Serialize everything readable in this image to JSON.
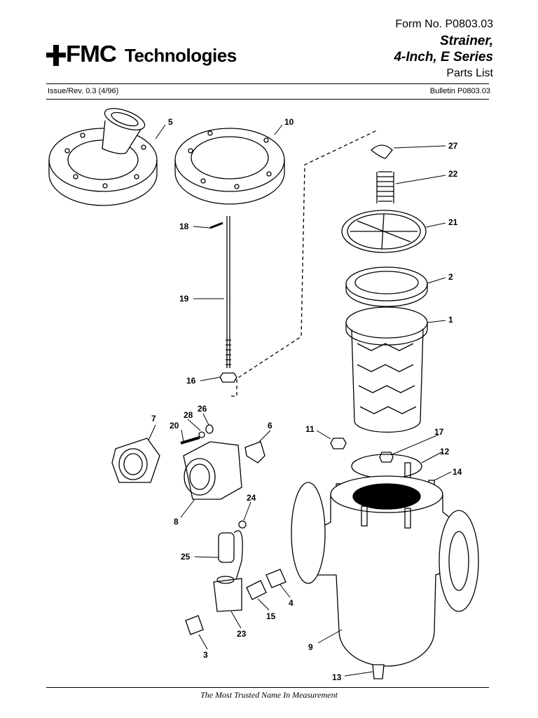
{
  "header": {
    "form_no": "Form No. P0803.03",
    "title_line1": "Strainer,",
    "title_line2": "4-Inch, E Series",
    "subtitle": "Parts List",
    "logo_mark": "FMC",
    "logo_text": "Technologies",
    "issue": "Issue/Rev. 0.3 (4/96)",
    "bulletin": "Bulletin P0803.03"
  },
  "callouts": [
    "5",
    "10",
    "27",
    "22",
    "18",
    "21",
    "2",
    "19",
    "1",
    "16",
    "7",
    "28",
    "26",
    "20",
    "6",
    "11",
    "17",
    "12",
    "14",
    "8",
    "24",
    "25",
    "4",
    "15",
    "23",
    "9",
    "3",
    "13"
  ],
  "footer": {
    "tagline": "The Most Trusted Name In Measurement"
  }
}
